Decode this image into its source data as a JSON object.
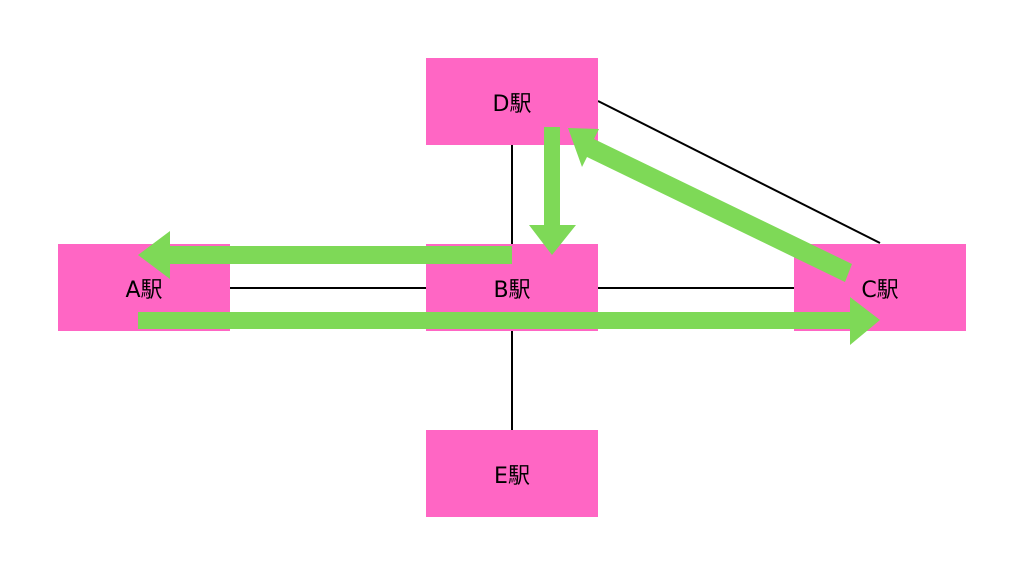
{
  "colors": {
    "station": "#ff66c4",
    "arrow": "#7ed957",
    "line": "#000000"
  },
  "stations": {
    "a": "A駅",
    "b": "B駅",
    "c": "C駅",
    "d": "D駅",
    "e": "E駅"
  },
  "connections": [
    [
      "A駅",
      "B駅"
    ],
    [
      "B駅",
      "C駅"
    ],
    [
      "B駅",
      "D駅"
    ],
    [
      "B駅",
      "E駅"
    ],
    [
      "D駅",
      "C駅"
    ]
  ],
  "route_arrows": [
    [
      "B駅",
      "A駅"
    ],
    [
      "A駅",
      "C駅"
    ],
    [
      "D駅",
      "B駅"
    ],
    [
      "C駅",
      "D駅"
    ]
  ]
}
